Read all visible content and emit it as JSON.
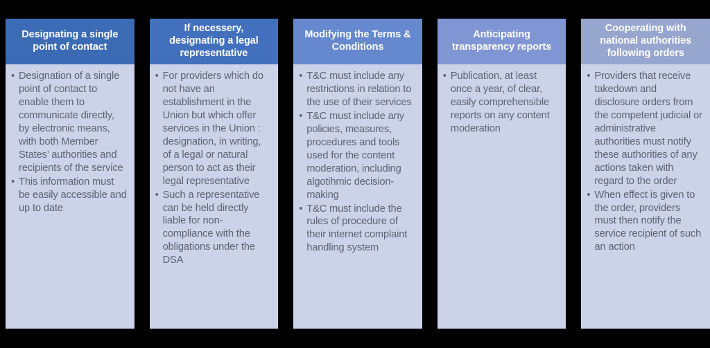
{
  "theme": {
    "page_background": "#000000",
    "body_background": "#ccd2e8",
    "body_text_color": "#5a6472",
    "header_text_color": "#ffffff"
  },
  "columns": [
    {
      "title": "Designating a single point of contact",
      "header_color": "#3b6bb5",
      "bullets": [
        "Designation of a single point of contact to enable them to communicate directly, by electronic means, with both Member States’ authorities and recipients of the service",
        "This information must be easily accessible and up to date"
      ]
    },
    {
      "title": "If necessery, designating a legal representative",
      "header_color": "#4270bc",
      "bullets": [
        "For providers which do not have an establishment in the Union but which offer services in the Union : designation, in writing, of a legal or natural person to act as their legal representative",
        "Such a representative can be held directly liable for non-compliance with the obligations under the DSA"
      ]
    },
    {
      "title": "Modifying the Terms & Conditions",
      "header_color": "#6588ce",
      "bullets": [
        "T&C must include any restrictions in relation to the use of their services",
        "T&C must include any policies, measures, procedures and tools used for the content moderation, including algotihmic decision-making",
        "T&C must include the rules of procedure of their internet complaint handling system"
      ]
    },
    {
      "title": "Anticipating transparency reports",
      "header_color": "#8096d4",
      "bullets": [
        "Publication, at least once a year, of clear, easily comprehensible reports on any content moderation"
      ]
    },
    {
      "title": "Cooperating with national authorities following orders",
      "header_color": "#97a6ce",
      "bullets": [
        "Providers that receive takedown and disclosure orders from the competent judicial or administrative authorities must notify these authorities of any actions taken with regard to the order",
        "When effect is given to the order, providers must then notify the service recipient of such an action"
      ]
    }
  ]
}
